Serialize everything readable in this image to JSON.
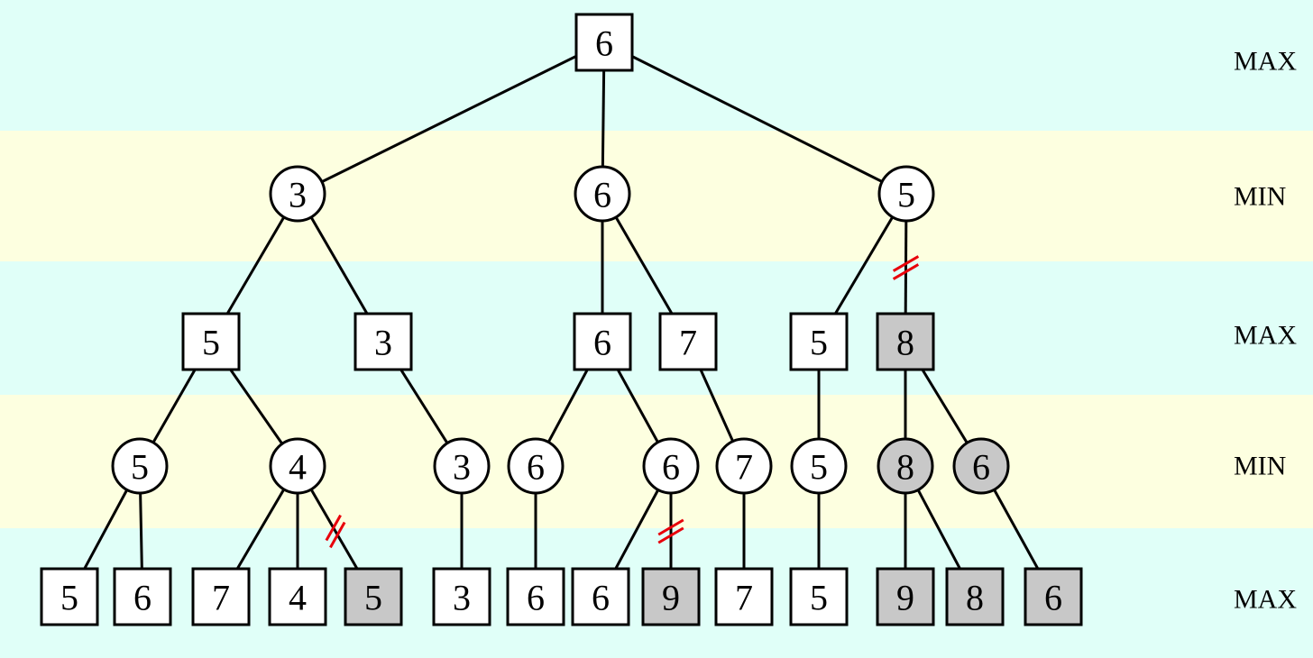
{
  "levels": [
    {
      "label": "MAX"
    },
    {
      "label": "MIN"
    },
    {
      "label": "MAX"
    },
    {
      "label": "MIN"
    },
    {
      "label": "MAX"
    }
  ],
  "colors": {
    "band_a": "#e0fff8",
    "band_b": "#fdffe0",
    "node_fill": "#ffffff",
    "pruned_fill": "#c8c8c8",
    "prune_mark": "#e8000b"
  },
  "nodes": [
    {
      "id": "n0",
      "value": "6",
      "shape": "square",
      "level": 0,
      "pruned": false
    },
    {
      "id": "n1",
      "value": "3",
      "shape": "circle",
      "level": 1,
      "pruned": false
    },
    {
      "id": "n2",
      "value": "6",
      "shape": "circle",
      "level": 1,
      "pruned": false
    },
    {
      "id": "n3",
      "value": "5",
      "shape": "circle",
      "level": 1,
      "pruned": false
    },
    {
      "id": "n4",
      "value": "5",
      "shape": "square",
      "level": 2,
      "pruned": false
    },
    {
      "id": "n5",
      "value": "3",
      "shape": "square",
      "level": 2,
      "pruned": false
    },
    {
      "id": "n6",
      "value": "6",
      "shape": "square",
      "level": 2,
      "pruned": false
    },
    {
      "id": "n7",
      "value": "7",
      "shape": "square",
      "level": 2,
      "pruned": false
    },
    {
      "id": "n8",
      "value": "5",
      "shape": "square",
      "level": 2,
      "pruned": false
    },
    {
      "id": "n9",
      "value": "8",
      "shape": "square",
      "level": 2,
      "pruned": true
    },
    {
      "id": "n10",
      "value": "5",
      "shape": "circle",
      "level": 3,
      "pruned": false
    },
    {
      "id": "n11",
      "value": "4",
      "shape": "circle",
      "level": 3,
      "pruned": false
    },
    {
      "id": "n12",
      "value": "3",
      "shape": "circle",
      "level": 3,
      "pruned": false
    },
    {
      "id": "n13",
      "value": "6",
      "shape": "circle",
      "level": 3,
      "pruned": false
    },
    {
      "id": "n14",
      "value": "6",
      "shape": "circle",
      "level": 3,
      "pruned": false
    },
    {
      "id": "n15",
      "value": "7",
      "shape": "circle",
      "level": 3,
      "pruned": false
    },
    {
      "id": "n16",
      "value": "5",
      "shape": "circle",
      "level": 3,
      "pruned": false
    },
    {
      "id": "n17",
      "value": "8",
      "shape": "circle",
      "level": 3,
      "pruned": true
    },
    {
      "id": "n18",
      "value": "6",
      "shape": "circle",
      "level": 3,
      "pruned": true
    },
    {
      "id": "n19",
      "value": "5",
      "shape": "square",
      "level": 4,
      "pruned": false
    },
    {
      "id": "n20",
      "value": "6",
      "shape": "square",
      "level": 4,
      "pruned": false
    },
    {
      "id": "n21",
      "value": "7",
      "shape": "square",
      "level": 4,
      "pruned": false
    },
    {
      "id": "n22",
      "value": "4",
      "shape": "square",
      "level": 4,
      "pruned": false
    },
    {
      "id": "n23",
      "value": "5",
      "shape": "square",
      "level": 4,
      "pruned": true
    },
    {
      "id": "n24",
      "value": "3",
      "shape": "square",
      "level": 4,
      "pruned": false
    },
    {
      "id": "n25",
      "value": "6",
      "shape": "square",
      "level": 4,
      "pruned": false
    },
    {
      "id": "n26",
      "value": "6",
      "shape": "square",
      "level": 4,
      "pruned": false
    },
    {
      "id": "n27",
      "value": "9",
      "shape": "square",
      "level": 4,
      "pruned": true
    },
    {
      "id": "n28",
      "value": "7",
      "shape": "square",
      "level": 4,
      "pruned": false
    },
    {
      "id": "n29",
      "value": "5",
      "shape": "square",
      "level": 4,
      "pruned": false
    },
    {
      "id": "n30",
      "value": "9",
      "shape": "square",
      "level": 4,
      "pruned": true
    },
    {
      "id": "n31",
      "value": "8",
      "shape": "square",
      "level": 4,
      "pruned": true
    },
    {
      "id": "n32",
      "value": "6",
      "shape": "square",
      "level": 4,
      "pruned": true
    }
  ],
  "edges": [
    {
      "from": "n0",
      "to": "n1",
      "cut": false
    },
    {
      "from": "n0",
      "to": "n2",
      "cut": false
    },
    {
      "from": "n0",
      "to": "n3",
      "cut": false
    },
    {
      "from": "n1",
      "to": "n4",
      "cut": false
    },
    {
      "from": "n1",
      "to": "n5",
      "cut": false
    },
    {
      "from": "n2",
      "to": "n6",
      "cut": false
    },
    {
      "from": "n2",
      "to": "n7",
      "cut": false
    },
    {
      "from": "n3",
      "to": "n8",
      "cut": false
    },
    {
      "from": "n3",
      "to": "n9",
      "cut": true
    },
    {
      "from": "n4",
      "to": "n10",
      "cut": false
    },
    {
      "from": "n4",
      "to": "n11",
      "cut": false
    },
    {
      "from": "n5",
      "to": "n12",
      "cut": false
    },
    {
      "from": "n6",
      "to": "n13",
      "cut": false
    },
    {
      "from": "n6",
      "to": "n14",
      "cut": false
    },
    {
      "from": "n7",
      "to": "n15",
      "cut": false
    },
    {
      "from": "n8",
      "to": "n16",
      "cut": false
    },
    {
      "from": "n9",
      "to": "n17",
      "cut": false
    },
    {
      "from": "n9",
      "to": "n18",
      "cut": false
    },
    {
      "from": "n10",
      "to": "n19",
      "cut": false
    },
    {
      "from": "n10",
      "to": "n20",
      "cut": false
    },
    {
      "from": "n11",
      "to": "n21",
      "cut": false
    },
    {
      "from": "n11",
      "to": "n22",
      "cut": false
    },
    {
      "from": "n11",
      "to": "n23",
      "cut": true
    },
    {
      "from": "n12",
      "to": "n24",
      "cut": false
    },
    {
      "from": "n13",
      "to": "n25",
      "cut": false
    },
    {
      "from": "n14",
      "to": "n26",
      "cut": false
    },
    {
      "from": "n14",
      "to": "n27",
      "cut": true
    },
    {
      "from": "n15",
      "to": "n28",
      "cut": false
    },
    {
      "from": "n16",
      "to": "n29",
      "cut": false
    },
    {
      "from": "n17",
      "to": "n30",
      "cut": false
    },
    {
      "from": "n17",
      "to": "n31",
      "cut": false
    },
    {
      "from": "n18",
      "to": "n32",
      "cut": false
    }
  ]
}
